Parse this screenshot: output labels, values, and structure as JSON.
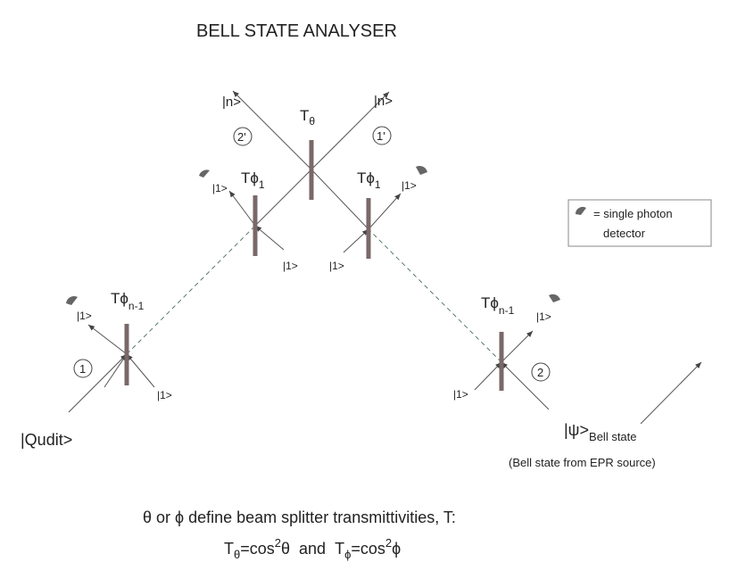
{
  "title": "BELL STATE ANALYSER",
  "inputs": {
    "qudit": "|Qudit>",
    "psi": "|ψ>",
    "psi_subscript": "Bell state",
    "source_note": "(Bell state from EPR source)"
  },
  "outputs": {
    "left": "|n>",
    "right": "|n>",
    "port_left": "2'",
    "port_right": "1'"
  },
  "ports": {
    "left": "1",
    "right": "2"
  },
  "splitters": {
    "center": {
      "symbol": "T",
      "sub": "θ"
    },
    "upper_left": {
      "symbol": "Tϕ",
      "sub": "1"
    },
    "upper_right": {
      "symbol": "Tϕ",
      "sub": "1"
    },
    "lower_left": {
      "symbol": "Tϕ",
      "sub": "n-1"
    },
    "lower_right": {
      "symbol": "Tϕ",
      "sub": "n-1"
    }
  },
  "ancilla_label": "|1>",
  "legend": {
    "line1": "= single photon",
    "line2": "detector"
  },
  "caption": {
    "line1": "θ or ϕ define beam splitter transmittivities, T:",
    "t1": "T",
    "t1_sub": "θ",
    "t1_eq": "=cos",
    "t1_pow": "2",
    "t1_var": "θ",
    "and": "and",
    "t2": "T",
    "t2_sub": "ϕ",
    "t2_eq": "=cos",
    "t2_pow": "2",
    "t2_var": "ϕ"
  }
}
